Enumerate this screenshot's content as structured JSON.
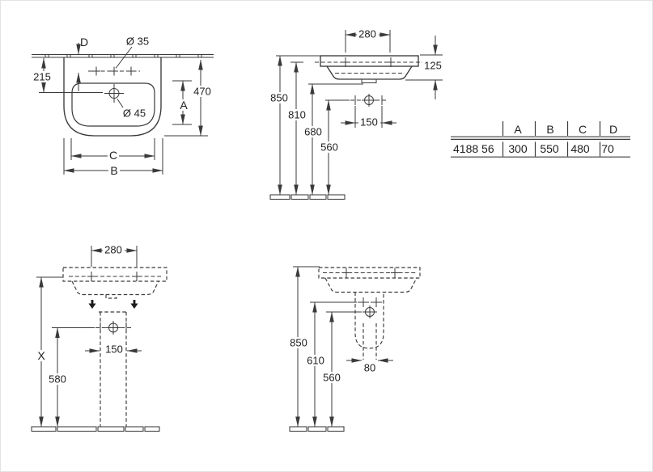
{
  "views": {
    "plan": {
      "d": "D",
      "dia_tap": "Ø 35",
      "back_to_drain": "215",
      "depth": "470",
      "a": "A",
      "dia_drain": "Ø 45",
      "c": "C",
      "b": "B"
    },
    "front": {
      "spacing": "280",
      "height": "125",
      "h850": "850",
      "h810": "810",
      "h680": "680",
      "h560": "560",
      "s150": "150"
    },
    "pedestal_front": {
      "spacing": "280",
      "x": "X",
      "h580": "580",
      "s150": "150"
    },
    "pedestal_side": {
      "h850": "850",
      "h610": "610",
      "h560": "560",
      "w80": "80"
    }
  },
  "table": {
    "headers": [
      "A",
      "B",
      "C",
      "D"
    ],
    "rows": [
      {
        "model": "4188 56",
        "a": "300",
        "b": "550",
        "c": "480",
        "d": "70"
      }
    ]
  },
  "colors": {
    "line": "#3a3a3a",
    "text": "#1f1f1f",
    "background": "#ffffff"
  }
}
